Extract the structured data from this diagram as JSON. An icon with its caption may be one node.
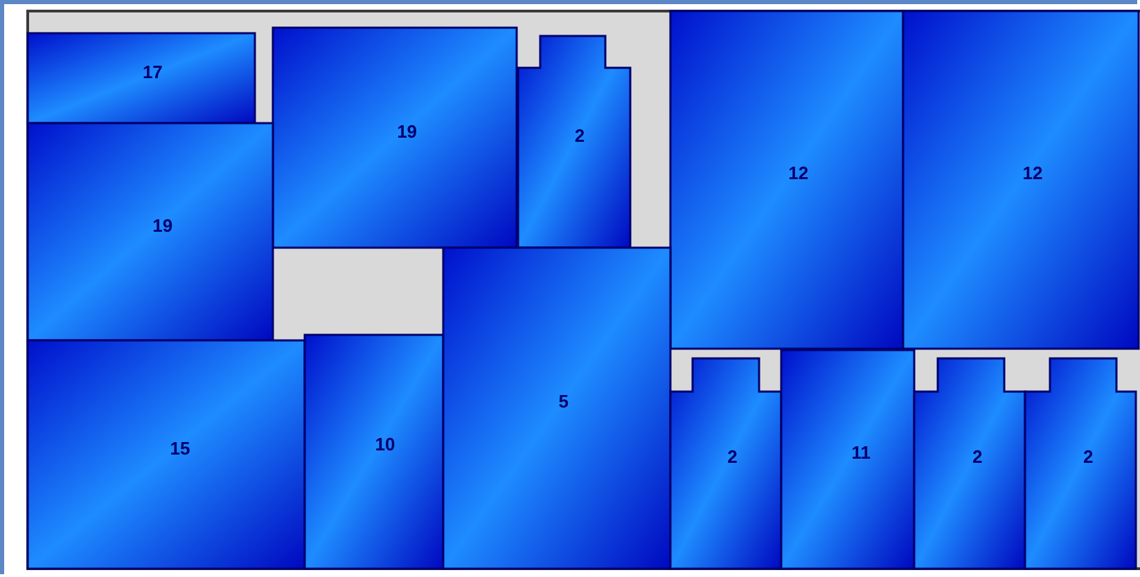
{
  "diagram": {
    "nodes": [
      {
        "text": [
          "17"
        ]
      },
      {
        "text": [
          "19"
        ]
      },
      {
        "text": [
          "2"
        ]
      },
      {
        "text": [
          "12"
        ]
      },
      {
        "text": [
          "12"
        ]
      },
      {
        "text": [
          "19"
        ]
      },
      {
        "text": [
          "15"
        ]
      },
      {
        "text": [
          "10"
        ]
      },
      {
        "text": [
          "5"
        ]
      },
      {
        "text": [
          "2"
        ]
      },
      {
        "text": [
          "11"
        ]
      },
      {
        "text": [
          "2"
        ]
      },
      {
        "text": [
          "2"
        ]
      }
    ]
  }
}
